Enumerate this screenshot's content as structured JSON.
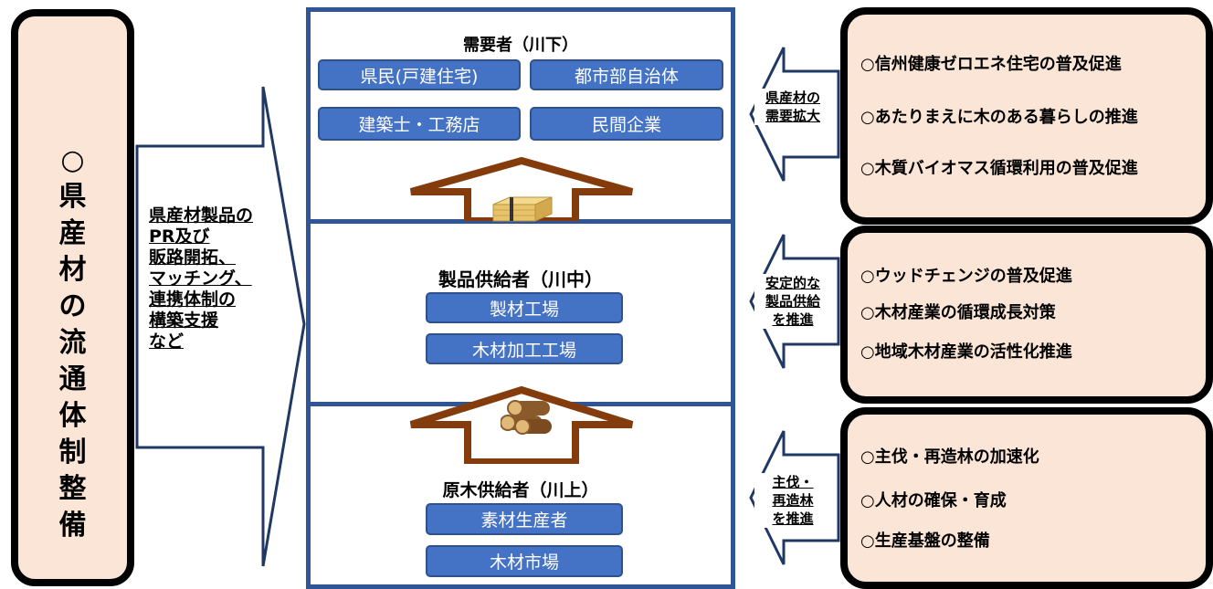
{
  "left_title": [
    "○",
    "県",
    "産",
    "材",
    "の",
    "流",
    "通",
    "体",
    "制",
    "整",
    "備"
  ],
  "left_arrow_lines": [
    "県産材製品の",
    "PR及び",
    "販路開拓、",
    "マッチング、",
    "連携体制の",
    "構築支援",
    "など"
  ],
  "sections": {
    "demand": {
      "title": "需要者（川下）",
      "boxes": [
        "県民(戸建住宅)",
        "都市部自治体",
        "建築士・工務店",
        "民間企業"
      ]
    },
    "product": {
      "title": "製品供給者（川中）",
      "boxes": [
        "製材工場",
        "木材加工工場"
      ]
    },
    "timber": {
      "title": "原木供給者（川上）",
      "boxes": [
        "素材生産者",
        "木材市場"
      ]
    }
  },
  "mid_arrows": [
    {
      "lines": [
        "県産材の",
        "需要拡大"
      ]
    },
    {
      "lines": [
        "安定的な",
        "製品供給",
        "を推進"
      ]
    },
    {
      "lines": [
        "主伐・",
        "再造林",
        "を推進"
      ]
    }
  ],
  "right_boxes": [
    {
      "items": [
        "○信州健康ゼロエネ住宅の普及促進",
        "○あたりまえに木のある暮らしの推進",
        "○木質バイオマス循環利用の普及促進"
      ]
    },
    {
      "items": [
        "○ウッドチェンジの普及促進",
        "○木材産業の循環成長対策",
        "○地域木材産業の活性化推進"
      ]
    },
    {
      "items": [
        "○主伐・再造林の加速化",
        "○人材の確保・育成",
        "○生産基盤の整備"
      ]
    }
  ],
  "colors": {
    "navy": "#2f5597",
    "box_blue": "#4472c4",
    "peach": "#fbe5d6",
    "brown": "#843c0c"
  },
  "icons": [
    "lumber-stack-icon",
    "log-pile-icon"
  ]
}
